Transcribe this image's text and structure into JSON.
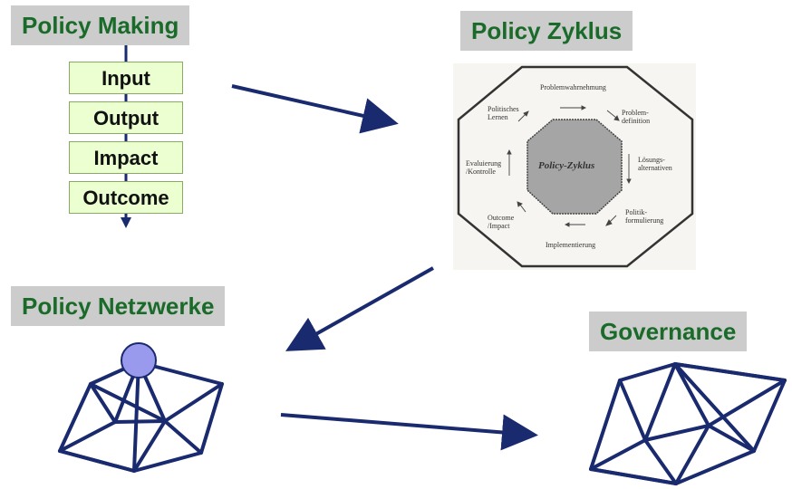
{
  "titles": {
    "policy_making": "Policy Making",
    "policy_zyklus": "Policy Zyklus",
    "policy_netzwerke": "Policy Netzwerke",
    "governance": "Governance"
  },
  "stages": [
    "Input",
    "Output",
    "Impact",
    "Outcome"
  ],
  "cycle": {
    "center": "Policy-Zyklus",
    "problemwahrnehmung": "Problemwahrnehmung",
    "problemdefinition": "Problem-\ndefinition",
    "loesungsalternativen": "Lösungs-\nalternativen",
    "politikformulierung": "Politik-\nformulierung",
    "implementierung": "Implementierung",
    "outcome_impact": "Outcome\n/Impact",
    "evaluierung": "Evaluierung\n/Kontrolle",
    "politisches_lernen": "Politisches\nLernen"
  },
  "colors": {
    "title_text": "#1a6b2a",
    "title_bg": "#cccccc",
    "stage_bg": "#ebffd0",
    "arrow": "#1a2a6e",
    "network_node": "#9999ee"
  }
}
